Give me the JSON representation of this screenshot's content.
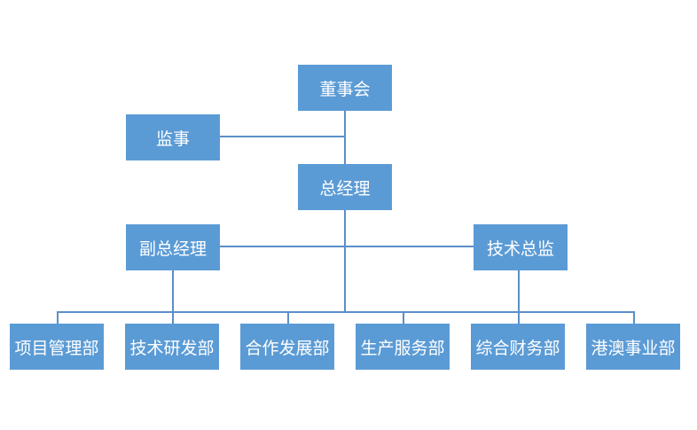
{
  "colors": {
    "node_fill": "#5b9bd5",
    "node_text": "#ffffff",
    "connector": "#5b8fc8"
  },
  "org": {
    "board": "董事会",
    "supervisor": "监事",
    "general_manager": "总经理",
    "deputy_general_manager": "副总经理",
    "technical_director": "技术总监",
    "departments": [
      "项目管理部",
      "技术研发部",
      "合作发展部",
      "生产服务部",
      "综合财务部",
      "港澳事业部"
    ]
  }
}
